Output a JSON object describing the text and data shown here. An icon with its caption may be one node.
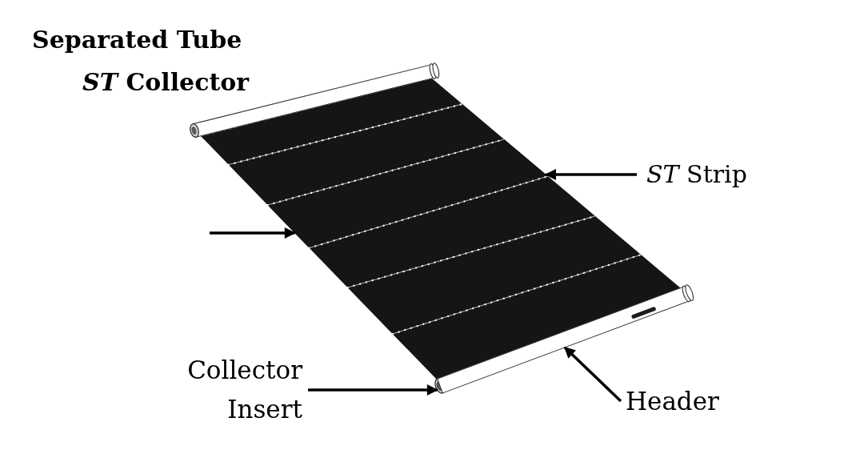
{
  "diagram": {
    "title": "Separated Tube *ST* Collector",
    "nodes": [
      {
        "text": [
          "*ST* Strip"
        ]
      },
      {
        "text": [],
        "shape": "picture"
      },
      {
        "text": [
          "Collector Insert"
        ]
      },
      {
        "text": [],
        "shape": "picture"
      },
      {
        "text": [
          "Header"
        ]
      },
      {
        "text": [],
        "shape": "picture"
      }
    ],
    "edges": [
      {
        "from": 0,
        "to": 1,
        "arrow": "to"
      },
      {
        "from": null,
        "to": 1,
        "arrow": "to"
      },
      {
        "from": 2,
        "to": 3,
        "arrow": "to"
      },
      {
        "from": 4,
        "to": 5,
        "arrow": "to"
      }
    ]
  }
}
